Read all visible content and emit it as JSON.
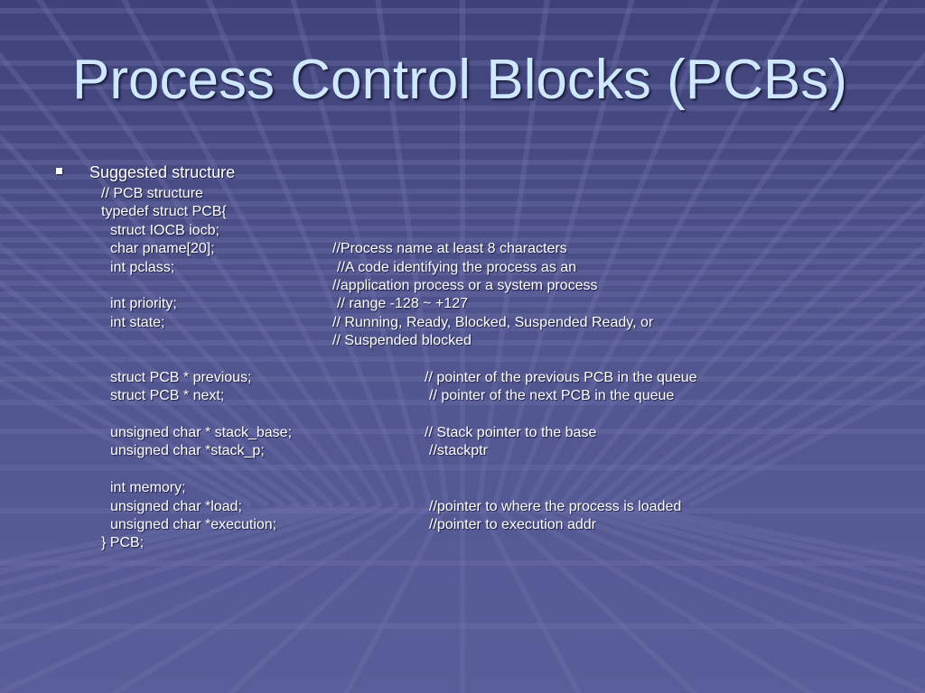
{
  "slide": {
    "title": "Process Control Blocks (PCBs)",
    "bullet": "Suggested structure",
    "code": {
      "header_comment": "// PCB structure",
      "typedef_open": "typedef struct PCB{",
      "fields": {
        "iocb": "struct IOCB iocb;",
        "pname": "char pname[20];",
        "pname_comment": "//Process name at least 8 characters",
        "pclass": "int pclass;",
        "pclass_comment_1": "//A code identifying the process as an",
        "pclass_comment_2": "//application process or a system process",
        "priority": "int priority;",
        "priority_comment": "// range -128 ~ +127",
        "state": "int state;",
        "state_comment_1": "// Running, Ready, Blocked, Suspended Ready, or",
        "state_comment_2": "// Suspended blocked",
        "previous": "struct PCB * previous;",
        "previous_comment": "// pointer of the previous PCB in the queue",
        "next": "struct PCB * next;",
        "next_comment": "// pointer of the next PCB in the queue",
        "stack_base": "unsigned char * stack_base;",
        "stack_base_comment": "// Stack pointer to the base",
        "stack_p": "unsigned char *stack_p;",
        "stack_p_comment": "//stackptr",
        "memory": "int memory;",
        "load": "unsigned char *load;",
        "load_comment": "//pointer to where the process is loaded",
        "execution": "unsigned char *execution;",
        "execution_comment": "//pointer to execution addr"
      },
      "typedef_close": "} PCB;"
    }
  }
}
